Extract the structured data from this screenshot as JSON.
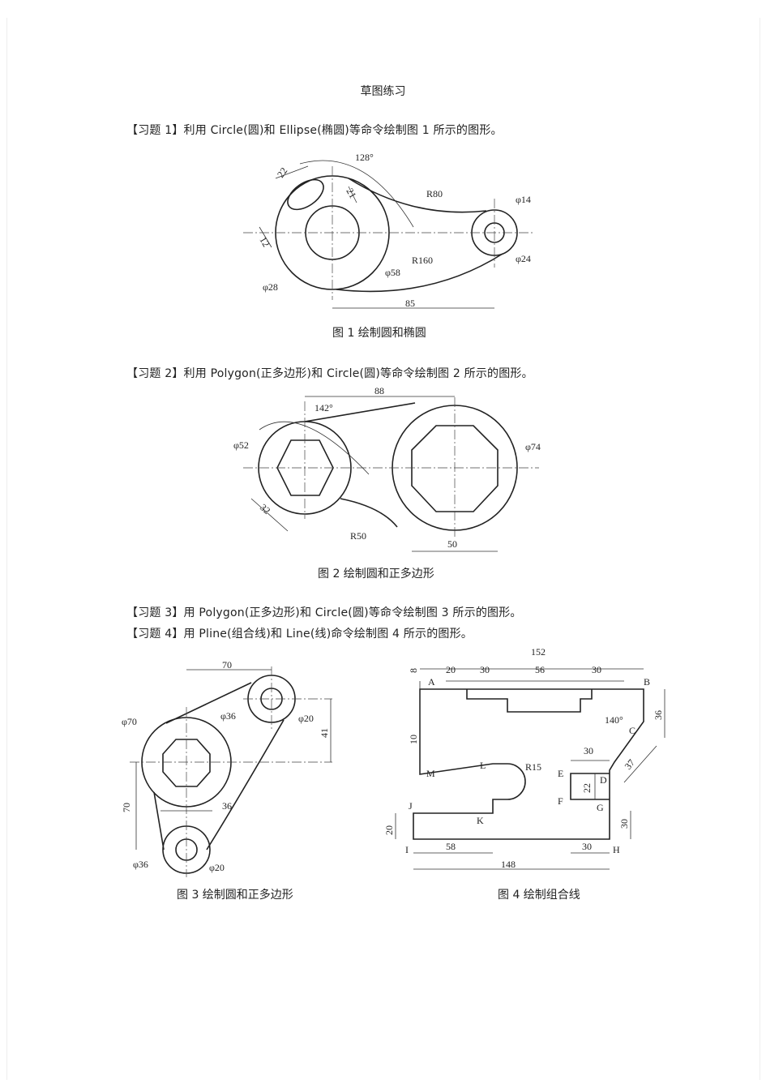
{
  "title": "草图练习",
  "exercises": [
    "【习题 1】利用 Circle(圆)和 Ellipse(椭圆)等命令绘制图 1 所示的图形。",
    "【习题 2】利用 Polygon(正多边形)和 Circle(圆)等命令绘制图 2 所示的图形。",
    "【习题 3】用 Polygon(正多边形)和 Circle(圆)等命令绘制图 3 所示的图形。",
    "【习题 4】用 Pline(组合线)和 Line(线)命令绘制图 4 所示的图形。"
  ],
  "captions": {
    "fig1": "图 1   绘制圆和椭圆",
    "fig2": "图 2   绘制圆和正多边形",
    "fig3": "图 3   绘制圆和正多边形",
    "fig4": "图 4   绘制组合线"
  },
  "fig1_dims": {
    "angle": "128°",
    "e_major": "22",
    "e_minor": "21",
    "offset": "12",
    "r_outer": "R80",
    "r_inner": "R160",
    "d_small_in": "φ14",
    "d_small_out": "φ24",
    "d_big_in": "φ28",
    "d_big_out": "φ58",
    "span": "85"
  },
  "fig2_dims": {
    "span": "88",
    "angle": "142°",
    "d_left": "φ52",
    "d_right": "φ74",
    "hex": "32",
    "oct": "50",
    "radius": "R50"
  },
  "fig3_dims": {
    "top": "70",
    "d_big": "φ70",
    "d_top_in": "φ36",
    "d_top_out": "φ20",
    "rise": "41",
    "vert": "70",
    "hex": "36",
    "d_bot_in": "φ36",
    "d_bot_out": "φ20"
  },
  "fig4_dims": {
    "total_top": "152",
    "s1": "20",
    "s2": "30",
    "s3": "56",
    "s4": "30",
    "h8": "8",
    "h10": "10",
    "ang": "140°",
    "h36": "36",
    "l37": "37",
    "w30a": "30",
    "h22": "22",
    "r15": "R15",
    "h30": "30",
    "h20": "20",
    "w58": "58",
    "w30b": "30",
    "total_bot": "148",
    "pts": {
      "A": "A",
      "B": "B",
      "C": "C",
      "D": "D",
      "E": "E",
      "F": "F",
      "G": "G",
      "H": "H",
      "I": "I",
      "J": "J",
      "K": "K",
      "L": "L",
      "M": "M"
    }
  }
}
